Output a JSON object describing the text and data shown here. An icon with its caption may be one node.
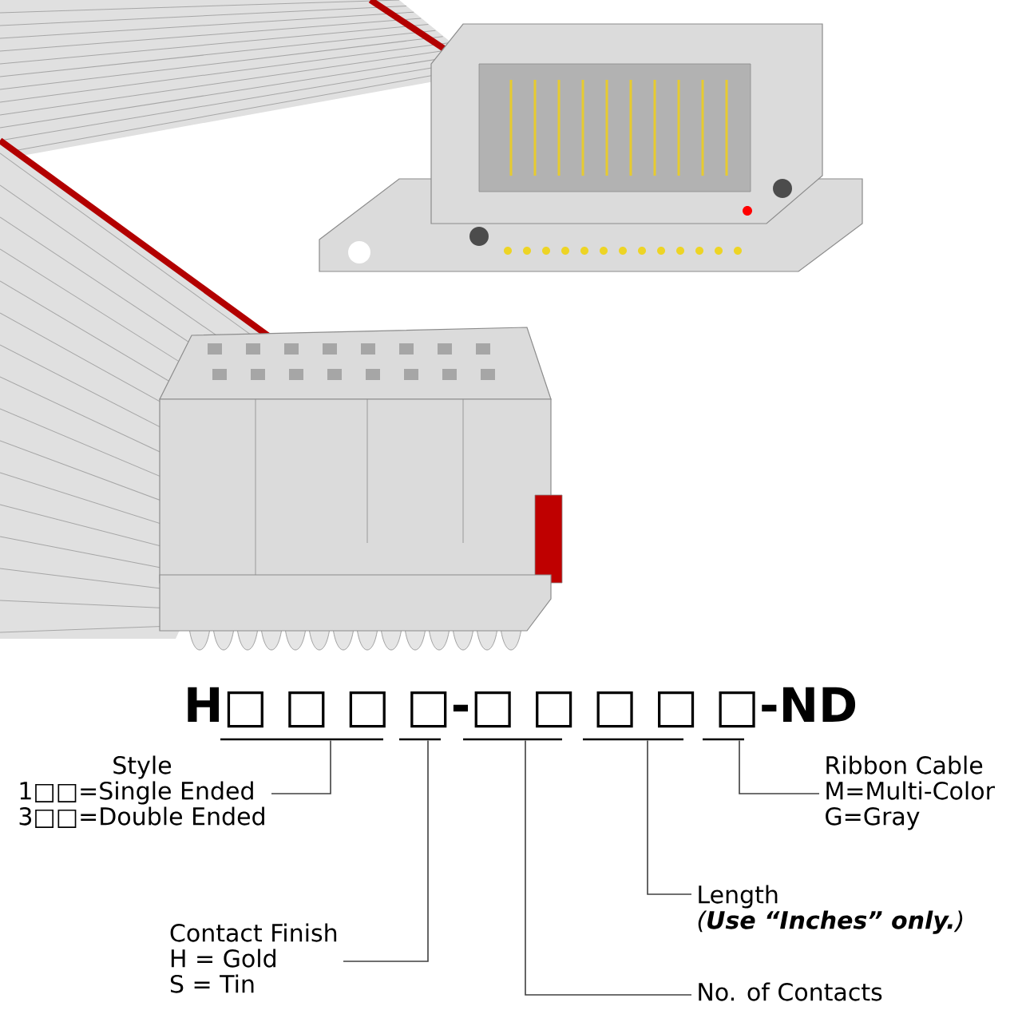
{
  "diagram": {
    "nodes": [
      {
        "text": [],
        "shape": "line"
      },
      {
        "text": [],
        "shape": "line"
      },
      {
        "text": [],
        "shape": "line"
      },
      {
        "text": [],
        "shape": "line"
      },
      {
        "text": [],
        "shape": "line"
      },
      {
        "text": [
          "Style",
          "1□□=Single Ended",
          "3□□=Double Ended"
        ]
      },
      {
        "text": [
          "Ribbon Cable",
          "M=Multi-Color",
          "G=Gray"
        ]
      },
      {
        "text": [
          "Contact Finish",
          "H = Gold",
          "S = Tin"
        ]
      },
      {
        "text": [
          "Length",
          "(**Use “Inches” only.**)"
        ]
      },
      {
        "text": [
          "No. of Contacts"
        ]
      }
    ],
    "edges": [
      {
        "from": 5,
        "to": 0,
        "arrow": "none"
      },
      {
        "from": 6,
        "to": 4,
        "arrow": "none"
      },
      {
        "from": 7,
        "to": 1,
        "arrow": "none"
      },
      {
        "from": 8,
        "to": 3,
        "arrow": "none"
      },
      {
        "from": 9,
        "to": 2,
        "arrow": "none"
      }
    ],
    "labels": [
      "H□ □ □ □-□ □ □ □ □-ND"
    ]
  }
}
